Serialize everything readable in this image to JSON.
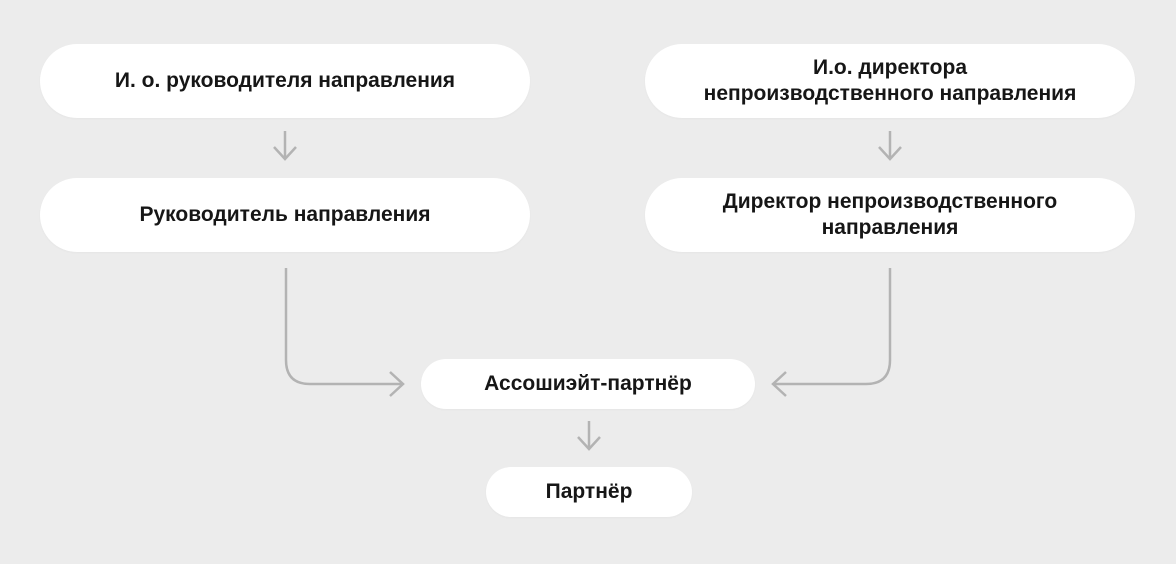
{
  "colors": {
    "background": "#ececec",
    "node-bg": "#ffffff",
    "node-text": "#161616",
    "arrow": "#b3b3b3"
  },
  "diagram": {
    "type": "org-flow-chart",
    "nodes": {
      "acting_head_of_direction": {
        "label": "И. о. руководителя направления"
      },
      "acting_director_nonproduction": {
        "label": "И.о. директора\nнепроизводственного направления"
      },
      "head_of_direction": {
        "label": "Руководитель направления"
      },
      "director_nonproduction": {
        "label": "Директор непроизводственного\nнаправления"
      },
      "associate_partner": {
        "label": "Ассошиэйт-партнёр"
      },
      "partner": {
        "label": "Партнёр"
      }
    },
    "edges": [
      {
        "from": "acting_head_of_direction",
        "to": "head_of_direction",
        "style": "straight-down"
      },
      {
        "from": "acting_director_nonproduction",
        "to": "director_nonproduction",
        "style": "straight-down"
      },
      {
        "from": "head_of_direction",
        "to": "associate_partner",
        "style": "elbow-down-right"
      },
      {
        "from": "director_nonproduction",
        "to": "associate_partner",
        "style": "elbow-down-left"
      },
      {
        "from": "associate_partner",
        "to": "partner",
        "style": "straight-down"
      }
    ]
  }
}
